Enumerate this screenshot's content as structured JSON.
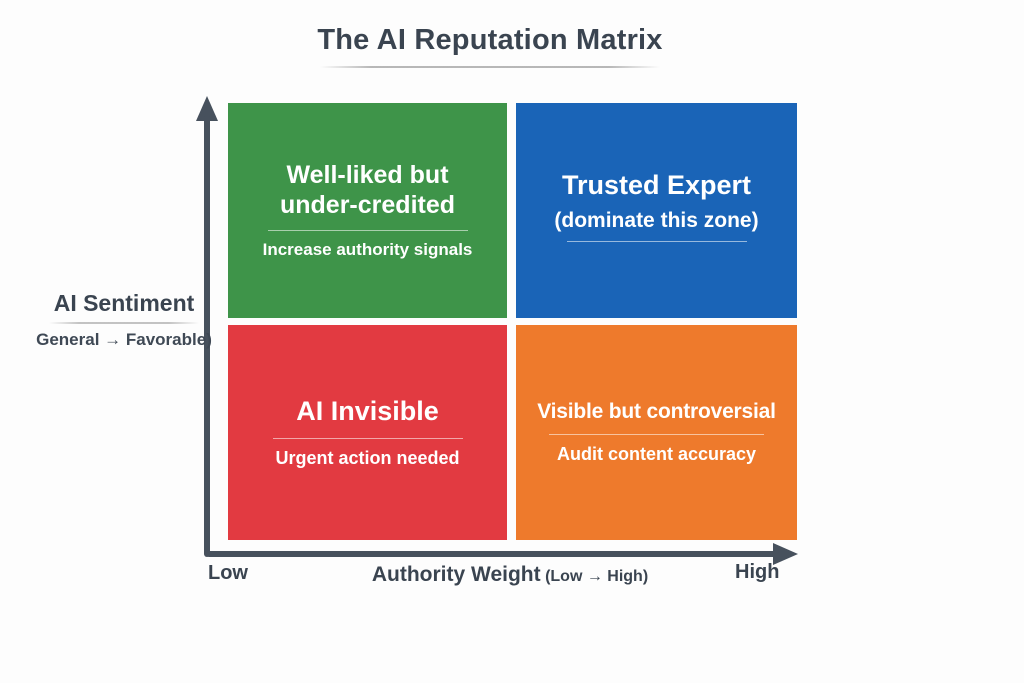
{
  "title": "The AI Reputation Matrix",
  "colors": {
    "quadrant_green": "#3e9449",
    "quadrant_blue": "#1a64b7",
    "quadrant_red": "#e23a41",
    "quadrant_orange": "#ee7a2c",
    "axis": "#47515d",
    "heading_text": "#3a4450",
    "quadrant_text": "#ffffff"
  },
  "y_axis": {
    "label": "AI Sentiment",
    "range": "General → Favorable)",
    "arrow_icon": "up-arrow"
  },
  "x_axis": {
    "label": "Authority Weight",
    "range": "(Low → High)",
    "min_label": "Low",
    "max_label": "High",
    "arrow_icon": "right-arrow"
  },
  "matrix": {
    "quadrants": [
      {
        "position": "top-left",
        "title": "Well-liked but under-credited",
        "subtitle": "Increase authority signals",
        "color": "#3e9449"
      },
      {
        "position": "top-right",
        "title": "Trusted Expert",
        "subtitle": "(dominate this zone)",
        "color": "#1a64b7"
      },
      {
        "position": "bottom-left",
        "title": "AI Invisible",
        "subtitle": "Urgent action needed",
        "color": "#e23a41"
      },
      {
        "position": "bottom-right",
        "title": "Visible but controversial",
        "subtitle": "Audit content accuracy",
        "color": "#ee7a2c"
      }
    ]
  }
}
